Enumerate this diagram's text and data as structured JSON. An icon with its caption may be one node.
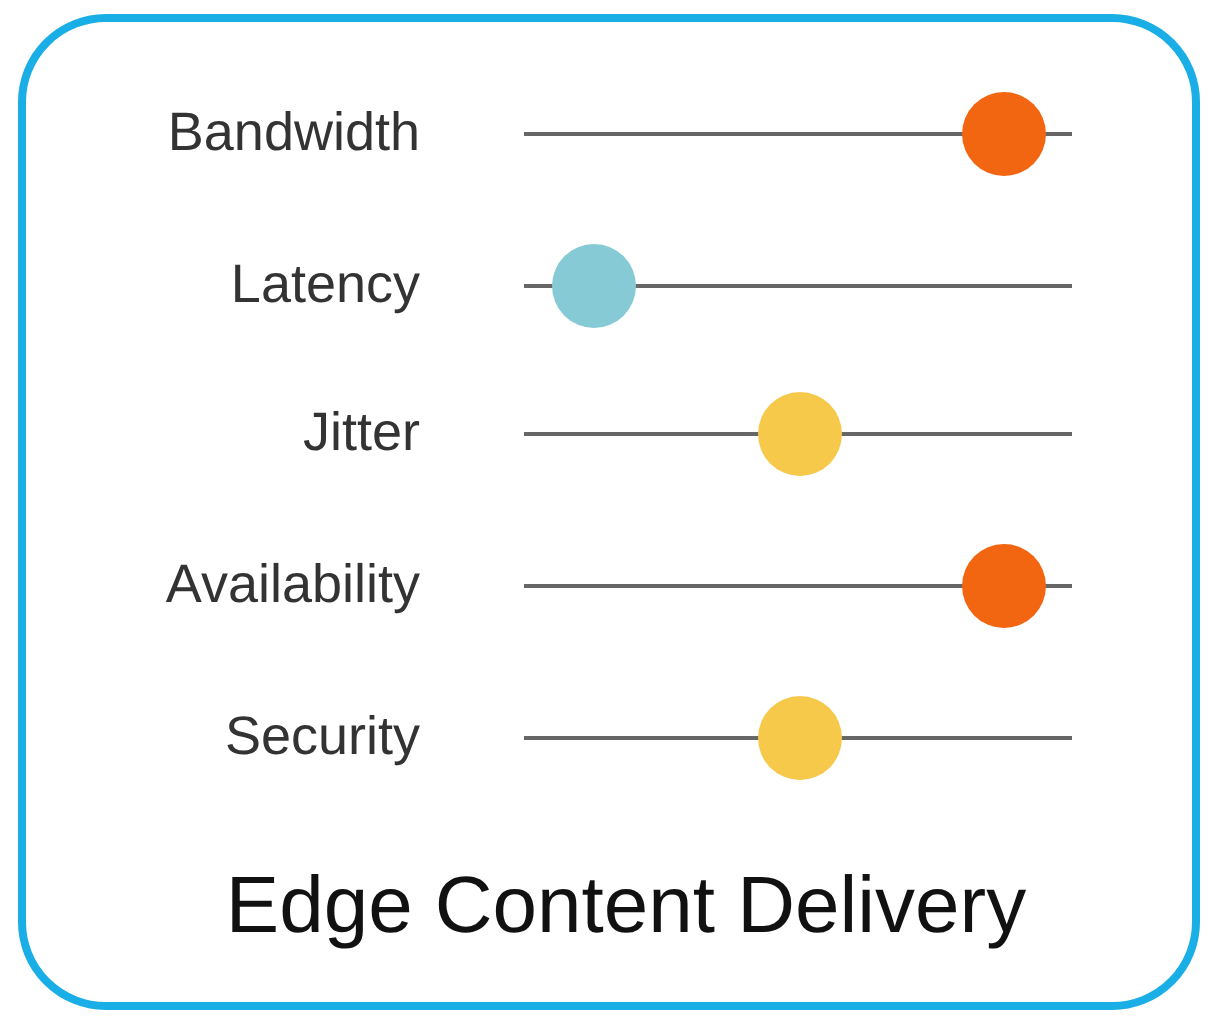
{
  "diagram": {
    "caption": "Edge Content Delivery",
    "labels": [
      "Bandwidth",
      "Latency",
      "Jitter",
      "Availability",
      "Security"
    ]
  }
}
